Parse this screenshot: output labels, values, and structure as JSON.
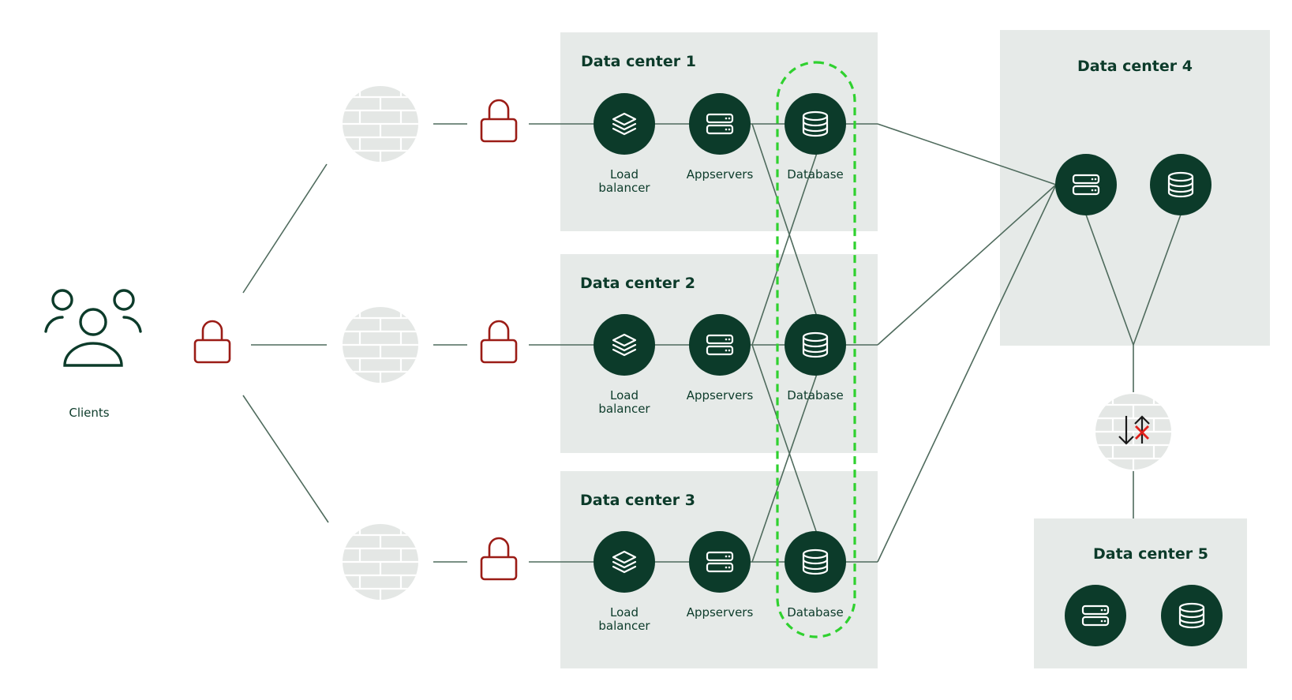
{
  "clients": {
    "label": "Clients"
  },
  "data_centers": [
    {
      "title": "Data center 1",
      "nodes": [
        {
          "type": "load-balancer",
          "label_lines": [
            "Load",
            "balancer"
          ]
        },
        {
          "type": "appserver",
          "label_lines": [
            "Appservers"
          ]
        },
        {
          "type": "database",
          "label_lines": [
            "Database"
          ]
        }
      ]
    },
    {
      "title": "Data center 2",
      "nodes": [
        {
          "type": "load-balancer",
          "label_lines": [
            "Load",
            "balancer"
          ]
        },
        {
          "type": "appserver",
          "label_lines": [
            "Appservers"
          ]
        },
        {
          "type": "database",
          "label_lines": [
            "Database"
          ]
        }
      ]
    },
    {
      "title": "Data center 3",
      "nodes": [
        {
          "type": "load-balancer",
          "label_lines": [
            "Load",
            "balancer"
          ]
        },
        {
          "type": "appserver",
          "label_lines": [
            "Appservers"
          ]
        },
        {
          "type": "database",
          "label_lines": [
            "Database"
          ]
        }
      ]
    },
    {
      "title": "Data center 4",
      "nodes": [
        {
          "type": "appserver"
        },
        {
          "type": "database"
        }
      ]
    },
    {
      "title": "Data center 5",
      "nodes": [
        {
          "type": "appserver"
        },
        {
          "type": "database"
        }
      ]
    }
  ],
  "colors": {
    "node_fill": "#0c3b2a",
    "box_fill": "#e6eae8",
    "lock_stroke": "#9b1c16",
    "highlight_ring": "#2fd12f",
    "link_stroke": "#4f6b5d",
    "blocked_marker": "#e0201b"
  },
  "icons": [
    "clients-icon",
    "lock-icon",
    "firewall-icon",
    "layers-icon",
    "server-icon",
    "database-icon",
    "blocked-replication-icon"
  ]
}
